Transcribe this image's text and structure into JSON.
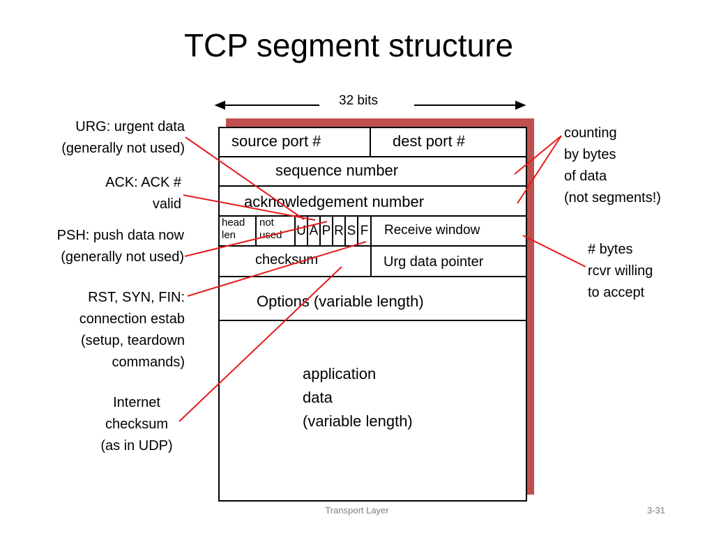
{
  "title": "TCP segment structure",
  "width_label": "32 bits",
  "fields": {
    "source_port": "source port #",
    "dest_port": "dest port #",
    "sequence_number": "sequence number",
    "ack_number": "acknowledgement number",
    "head_len": [
      "head",
      "len"
    ],
    "not_used": [
      "not",
      "used"
    ],
    "flags": [
      "U",
      "A",
      "P",
      "R",
      "S",
      "F"
    ],
    "receive_window": "Receive window",
    "checksum": "checksum",
    "urg_pointer": "Urg data pointer",
    "options": "Options (variable length)",
    "app_data": [
      "application",
      "data",
      "(variable length)"
    ]
  },
  "annotations": {
    "urg": [
      "URG: urgent data",
      "(generally not used)"
    ],
    "ack": [
      "ACK: ACK #",
      "valid"
    ],
    "psh": [
      "PSH: push data now",
      "(generally not used)"
    ],
    "rst": [
      "RST, SYN, FIN:",
      "connection estab",
      "(setup, teardown",
      "commands)"
    ],
    "internet_checksum": [
      "Internet",
      "checksum",
      "(as in UDP)"
    ],
    "counting": [
      "counting",
      "by bytes",
      "of data",
      "(not segments!)"
    ],
    "rcvr": [
      "# bytes",
      "rcvr willing",
      "to accept"
    ]
  },
  "footer": {
    "left": "Transport Layer",
    "right": "3-31"
  },
  "colors": {
    "shadow": "#c0504d",
    "annotation_line": "#e41b1b",
    "footer_text": "#7f7f7f"
  }
}
